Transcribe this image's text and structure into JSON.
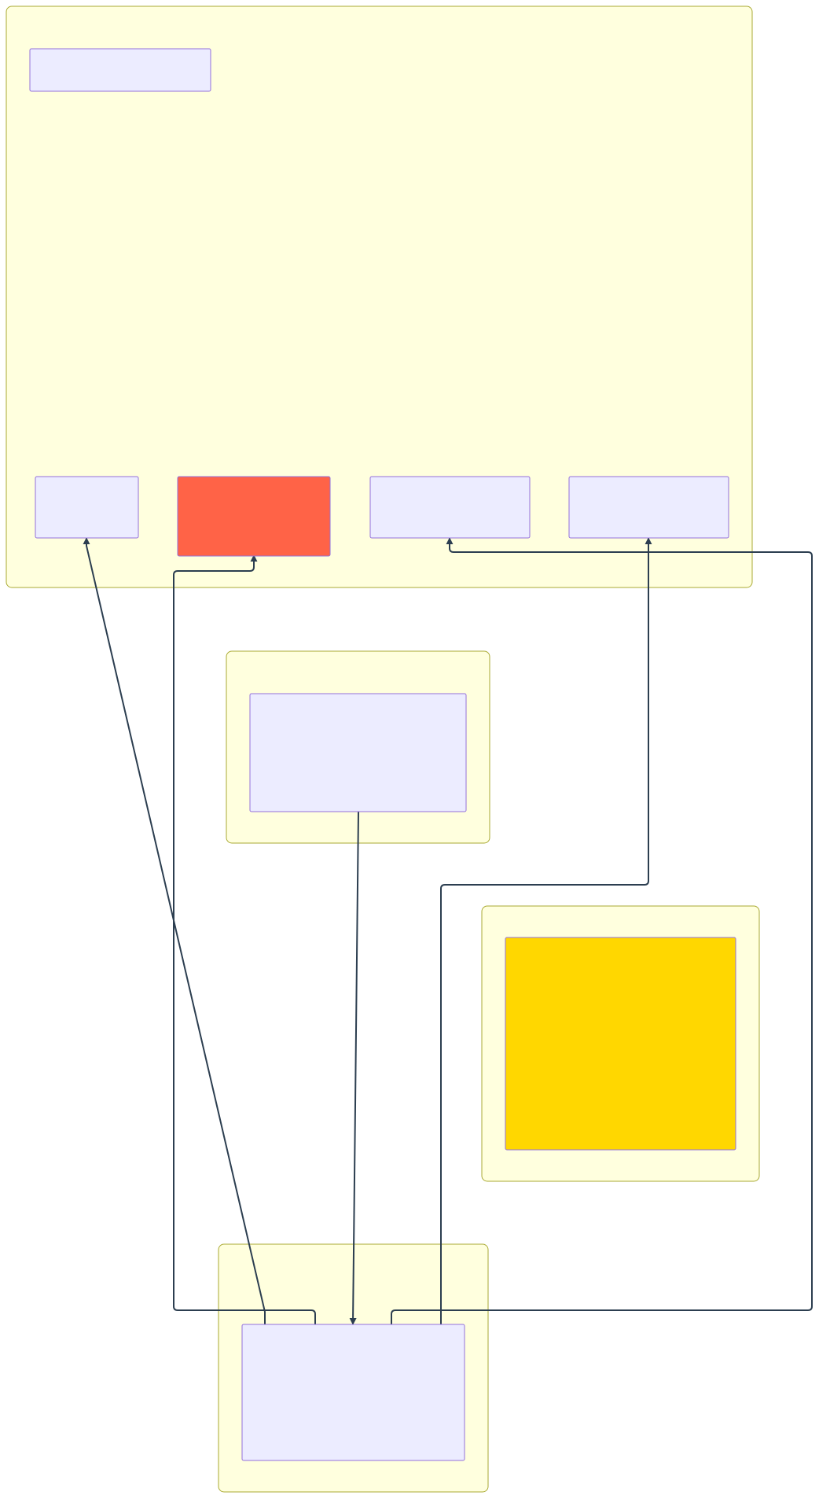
{
  "diagram": {
    "colors": {
      "cluster_fill": "#ffffde",
      "cluster_stroke": "#aaaa33",
      "node_fill": "#ececff",
      "node_stroke": "#9370db",
      "node_red": "#ff6347",
      "node_gold": "#ffd700",
      "edge": "#2c3e50"
    },
    "clusters": [
      {
        "id": "cluster-top"
      },
      {
        "id": "cluster-middle"
      },
      {
        "id": "cluster-right"
      },
      {
        "id": "cluster-bottom"
      }
    ],
    "nodes": [
      {
        "id": "node-top-header",
        "label": "",
        "color": "node_fill"
      },
      {
        "id": "node-top-1",
        "label": "",
        "color": "node_fill"
      },
      {
        "id": "node-top-2",
        "label": "",
        "color": "node_red"
      },
      {
        "id": "node-top-3",
        "label": "",
        "color": "node_fill"
      },
      {
        "id": "node-top-4",
        "label": "",
        "color": "node_fill"
      },
      {
        "id": "node-middle",
        "label": "",
        "color": "node_fill"
      },
      {
        "id": "node-right",
        "label": "",
        "color": "node_gold"
      },
      {
        "id": "node-bottom",
        "label": "",
        "color": "node_fill"
      }
    ],
    "edges": [
      {
        "id": "edge-middle-to-bottom",
        "from": "node-middle",
        "to": "node-bottom"
      },
      {
        "id": "edge-bottom-to-top-1",
        "from": "node-bottom",
        "to": "node-top-1"
      },
      {
        "id": "edge-bottom-to-top-2",
        "from": "node-bottom",
        "to": "node-top-2"
      },
      {
        "id": "edge-bottom-to-top-3",
        "from": "node-bottom",
        "to": "node-top-3"
      },
      {
        "id": "edge-bottom-to-top-4",
        "from": "node-bottom",
        "to": "node-top-4"
      }
    ]
  }
}
